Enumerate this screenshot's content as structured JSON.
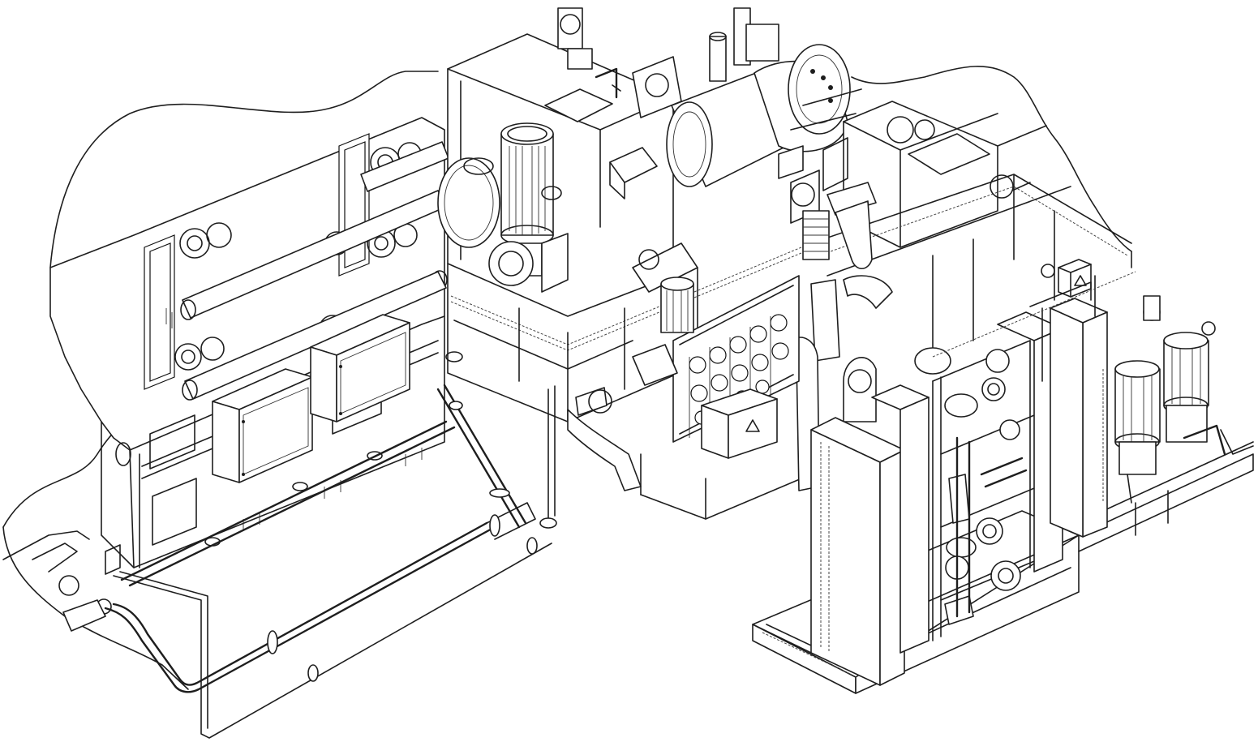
{
  "drawing": {
    "style": "isometric line drawing",
    "background_color": "#ffffff",
    "line_color": "#1e1e1e",
    "components": [
      {
        "name": "engine-block",
        "kind": "casing"
      },
      {
        "name": "electrical-cabinet-left",
        "kind": "cabinet"
      },
      {
        "name": "electrical-cabinet-right",
        "kind": "cabinet"
      },
      {
        "name": "generator-housing",
        "kind": "casing"
      },
      {
        "name": "turbocharger",
        "kind": "rotating"
      },
      {
        "name": "electric-motor",
        "kind": "motor"
      },
      {
        "name": "pump-module",
        "kind": "skid"
      },
      {
        "name": "filter-units",
        "kind": "filter"
      },
      {
        "name": "base-frame",
        "kind": "frame"
      },
      {
        "name": "piping-runs",
        "kind": "pipe"
      }
    ],
    "warning_symbols": 3
  }
}
